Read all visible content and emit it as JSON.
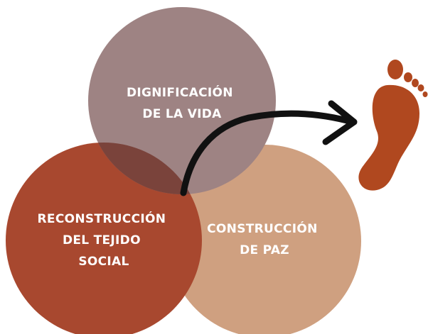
{
  "diagram": {
    "circles": [
      {
        "id": "dignificacion",
        "lines": [
          "DIGNIFICACIÓN",
          "DE LA VIDA"
        ],
        "color": "#9e8383"
      },
      {
        "id": "reconstruccion",
        "lines": [
          "RECONSTRUCCIÓN",
          "DEL TEJIDO",
          "SOCIAL"
        ],
        "color": "#a8482f"
      },
      {
        "id": "construccion",
        "lines": [
          "CONSTRUCCIÓN",
          "DE PAZ"
        ],
        "color": "#cfa080"
      }
    ],
    "overlap_color": "#7a433b",
    "arrow_color": "#111111",
    "icon": {
      "name": "footprint-icon",
      "color": "#b0481f"
    }
  }
}
